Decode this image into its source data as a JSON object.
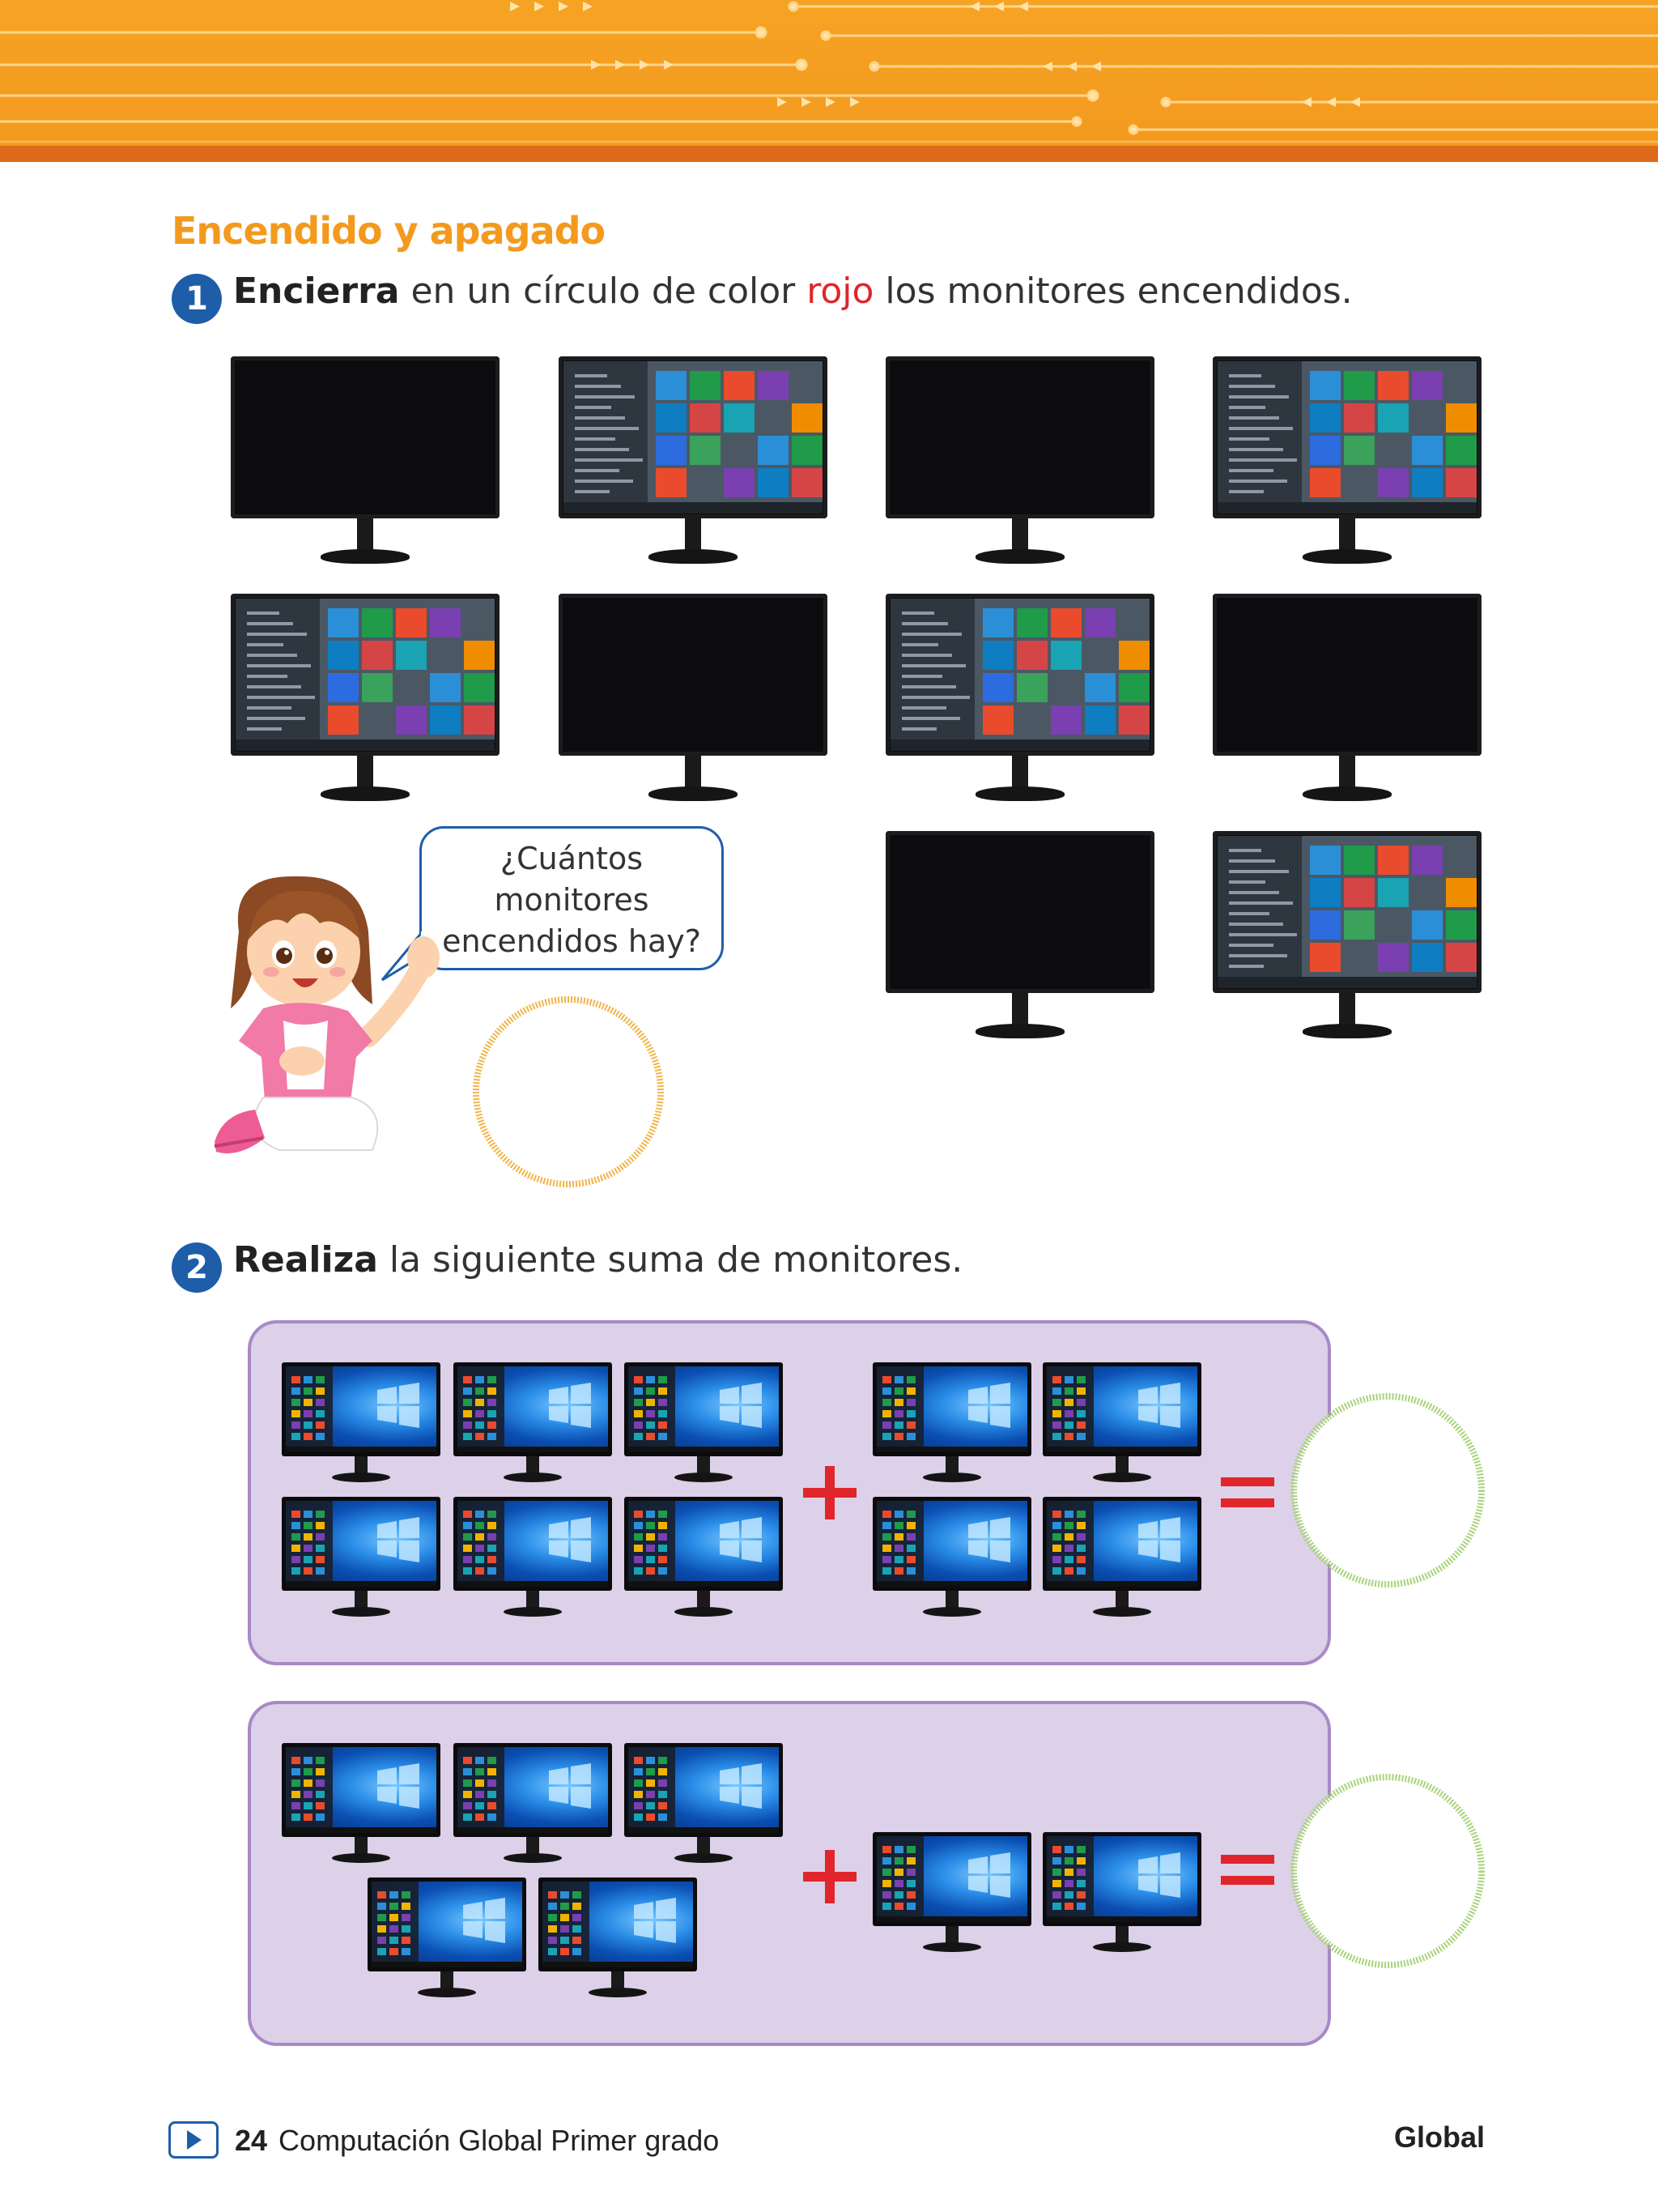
{
  "header": {
    "colors": {
      "band": "#f6a324",
      "edge": "#e06a1c"
    }
  },
  "section": {
    "title": "Encendido y apagado"
  },
  "activity1": {
    "number": "1",
    "bold": "Encierra",
    "text_a": " en un círculo de color ",
    "color_word": "rojo",
    "text_b": " los monitores encendidos."
  },
  "monitors": [
    {
      "state": "off"
    },
    {
      "state": "on"
    },
    {
      "state": "off"
    },
    {
      "state": "on"
    },
    {
      "state": "on"
    },
    {
      "state": "off"
    },
    {
      "state": "on"
    },
    {
      "state": "off"
    },
    {
      "state": "off"
    },
    {
      "state": "on"
    }
  ],
  "bubble": {
    "line1": "¿Cuántos",
    "line2": "monitores",
    "line3": "encendidos hay?"
  },
  "activity2": {
    "number": "2",
    "bold": "Realiza",
    "text": " la siguiente suma de monitores."
  },
  "sums": [
    {
      "left_count": 6,
      "right_count": 4,
      "plus": "+",
      "equals": "="
    },
    {
      "left_count": 5,
      "right_count": 2,
      "plus": "+",
      "equals": "="
    }
  ],
  "footer": {
    "page_number": "24",
    "book_title": "Computación Global Primer grado",
    "brand": "Global"
  },
  "colors": {
    "accent_blue": "#1e5ea8",
    "title_orange": "#f39a1e",
    "red": "#e0262b",
    "panel": "#dcd1e8",
    "panel_border": "#a889c6",
    "ring_orange": "#f2b54a",
    "ring_green": "#a9d37a"
  }
}
